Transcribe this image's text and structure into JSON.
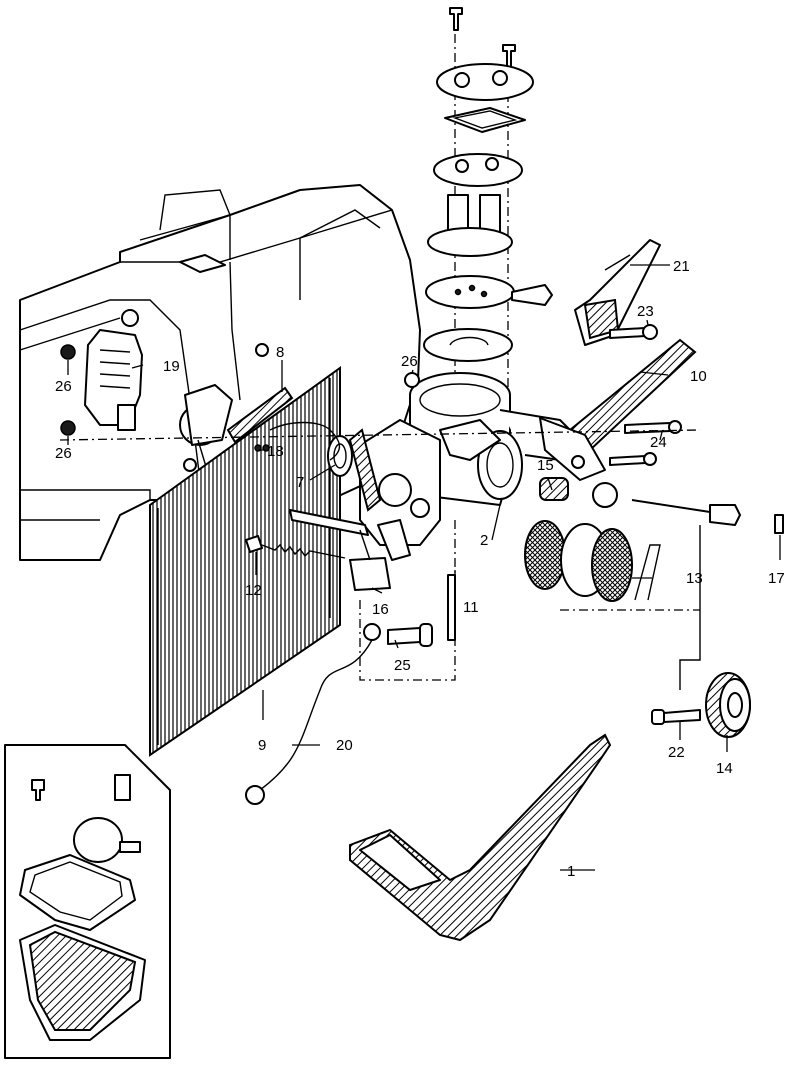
{
  "callouts": [
    {
      "key": "c1",
      "text": "1"
    },
    {
      "key": "c2",
      "text": "2"
    },
    {
      "key": "c7",
      "text": "7"
    },
    {
      "key": "c8",
      "text": "8"
    },
    {
      "key": "c9",
      "text": "9"
    },
    {
      "key": "c10",
      "text": "10"
    },
    {
      "key": "c11",
      "text": "11"
    },
    {
      "key": "c12",
      "text": "12"
    },
    {
      "key": "c13",
      "text": "13"
    },
    {
      "key": "c14",
      "text": "14"
    },
    {
      "key": "c15",
      "text": "15"
    },
    {
      "key": "c16",
      "text": "16"
    },
    {
      "key": "c17",
      "text": "17"
    },
    {
      "key": "c18",
      "text": "18"
    },
    {
      "key": "c19",
      "text": "19"
    },
    {
      "key": "c20",
      "text": "20"
    },
    {
      "key": "c21",
      "text": "21"
    },
    {
      "key": "c22",
      "text": "22"
    },
    {
      "key": "c23",
      "text": "23"
    },
    {
      "key": "c24",
      "text": "24"
    },
    {
      "key": "c25",
      "text": "25"
    },
    {
      "key": "c26a",
      "text": "26"
    },
    {
      "key": "c26b",
      "text": "26"
    },
    {
      "key": "c26c",
      "text": "26"
    }
  ],
  "colors": {
    "ink": "#000000",
    "paper": "#ffffff"
  }
}
